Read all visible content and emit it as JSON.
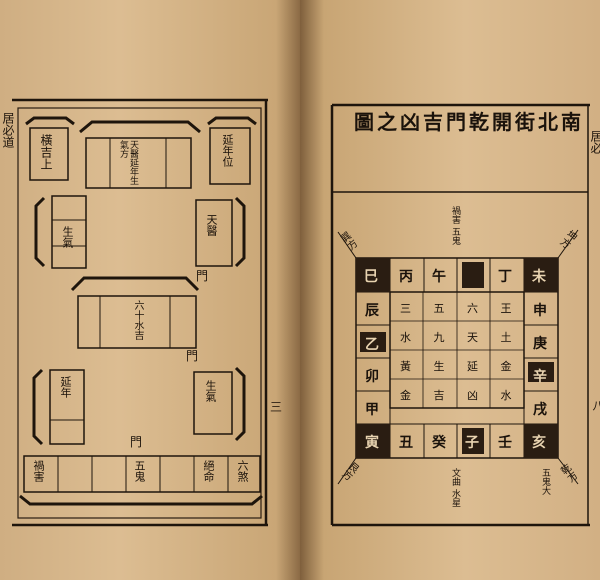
{
  "left_page": {
    "margin_label": "居必道",
    "folio": "三",
    "gate_labels": [
      "門",
      "門",
      "門"
    ],
    "blocks": [
      {
        "id": "top-left-pavilion",
        "text": "橫吉上"
      },
      {
        "id": "top-center-hall",
        "text": "天醫延年生氣方"
      },
      {
        "id": "top-right-pavilion",
        "text": "延年位"
      },
      {
        "id": "middle-left-wing",
        "text": "生氣"
      },
      {
        "id": "middle-right-wing",
        "text": "天醫"
      },
      {
        "id": "center-hall",
        "text": "六十水吉"
      },
      {
        "id": "lower-left-wing",
        "text": "延年"
      },
      {
        "id": "lower-right-wing",
        "text": "生氣"
      }
    ],
    "bottom_row": [
      "禍害",
      "",
      "",
      "五鬼",
      "",
      "絕命",
      "六煞"
    ]
  },
  "right_page": {
    "title": "南北街開乾門吉凶之圖",
    "margin_label": "居必",
    "folio": "八",
    "grid_cells": {
      "top_row": [
        "巳",
        "丙",
        "午",
        "丁",
        "未"
      ],
      "right_col": [
        "申",
        "庚",
        "辛",
        "戌"
      ],
      "bottom_row": [
        "亥",
        "壬",
        "子",
        "癸",
        "丑"
      ],
      "left_col": [
        "辰",
        "乙",
        "卯",
        "甲",
        "寅"
      ]
    },
    "inner_rows": [
      [
        "三",
        "五",
        "六",
        "王"
      ],
      [
        "水",
        "九",
        "天",
        "土"
      ],
      [
        "黃",
        "生",
        "延",
        "金"
      ],
      [
        "金",
        "吉",
        "凶",
        "水"
      ]
    ],
    "diagonal_labels": {
      "top_left": "巽方",
      "top_right": "坤方",
      "bottom_left": "艮方",
      "bottom_right": "乾方"
    },
    "corner_notes": {
      "top_center": "禍害 五鬼",
      "bottom_center": "文曲 水星",
      "bottom_right": "五鬼大"
    }
  }
}
